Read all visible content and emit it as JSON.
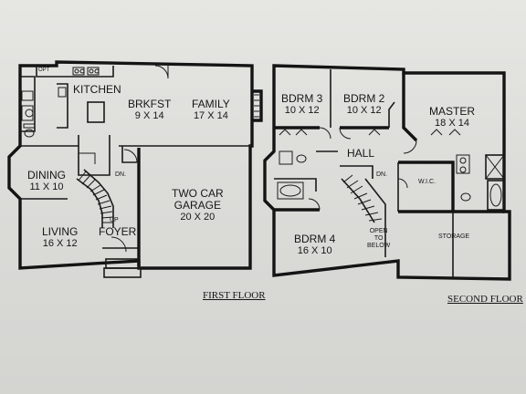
{
  "first_floor": {
    "title": "FIRST FLOOR",
    "rooms": {
      "kitchen": {
        "name": "KITCHEN"
      },
      "brkfst": {
        "name": "BRKFST",
        "size": "9 X 14"
      },
      "family": {
        "name": "FAMILY",
        "size": "17 X 14"
      },
      "dining": {
        "name": "DINING",
        "size": "11 X 10"
      },
      "living": {
        "name": "LIVING",
        "size": "16 X 12"
      },
      "foyer": {
        "name": "FOYER"
      },
      "garage": {
        "name": "TWO CAR",
        "name2": "GARAGE",
        "size": "20 X 20"
      }
    },
    "marks": {
      "opt": "OPT",
      "dn": "DN.",
      "up": "UP"
    }
  },
  "second_floor": {
    "title": "SECOND FLOOR",
    "rooms": {
      "bdrm3": {
        "name": "BDRM 3",
        "size": "10 X 12"
      },
      "bdrm2": {
        "name": "BDRM 2",
        "size": "10 X 12"
      },
      "master": {
        "name": "MASTER",
        "size": "18 X 14"
      },
      "hall": {
        "name": "HALL"
      },
      "wic": {
        "name": "W.I.C."
      },
      "bdrm4": {
        "name": "BDRM 4",
        "size": "16 X 10"
      },
      "open": {
        "line1": "OPEN",
        "line2": "TO",
        "line3": "BELOW"
      },
      "storage": {
        "name": "STORAGE"
      }
    },
    "marks": {
      "dn": "DN."
    }
  }
}
